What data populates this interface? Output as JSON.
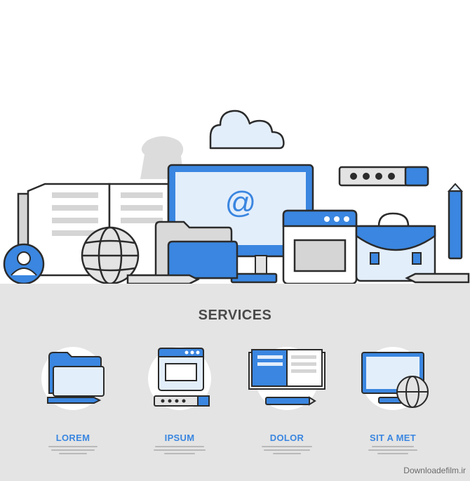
{
  "section": {
    "title": "SERVICES"
  },
  "services": [
    {
      "label": "LOREM"
    },
    {
      "label": "IPSUM"
    },
    {
      "label": "DOLOR"
    },
    {
      "label": "SIT A MET"
    }
  ],
  "hero": {
    "screen_symbol": "@"
  },
  "watermark": {
    "text": "Downloadefilm.ir"
  },
  "colors": {
    "accent_blue": "#3a86e0",
    "light_blue": "#e3eefb",
    "outline": "#2b2b2b",
    "grey_panel": "#e4e4e4",
    "grey_fill": "#d5d5d5"
  }
}
